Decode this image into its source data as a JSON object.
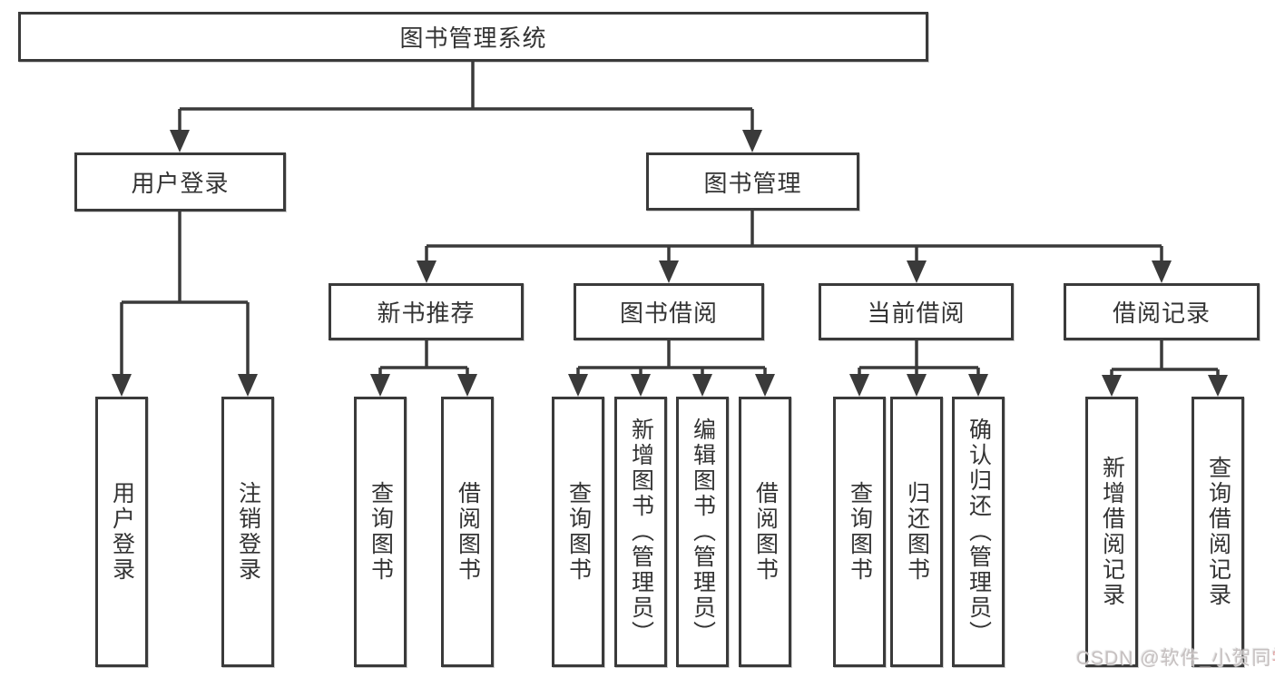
{
  "diagram_type": "hierarchy-tree",
  "tree": {
    "root": {
      "label": "图书管理系统",
      "children": [
        {
          "label": "用户登录",
          "children": [
            {
              "label": "用户登录"
            },
            {
              "label": "注销登录"
            }
          ]
        },
        {
          "label": "图书管理",
          "children": [
            {
              "label": "新书推荐",
              "children": [
                {
                  "label": "查询图书"
                },
                {
                  "label": "借阅图书"
                }
              ]
            },
            {
              "label": "图书借阅",
              "children": [
                {
                  "label": "查询图书"
                },
                {
                  "label": "新增图书（管理员）"
                },
                {
                  "label": "编辑图书（管理员）"
                },
                {
                  "label": "借阅图书"
                }
              ]
            },
            {
              "label": "当前借阅",
              "children": [
                {
                  "label": "查询图书"
                },
                {
                  "label": "归还图书"
                },
                {
                  "label": "确认归还（管理员）"
                }
              ]
            },
            {
              "label": "借阅记录",
              "children": [
                {
                  "label": "新增借阅记录"
                },
                {
                  "label": "查询借阅记录"
                }
              ]
            }
          ]
        }
      ]
    }
  },
  "watermark": {
    "prefix": "CSDN @软件_小贺同",
    "suffix": "学"
  },
  "colors": {
    "line": "#3a3a3a",
    "box_border": "#3a3a3a",
    "text": "#333333",
    "background": "#ffffff",
    "watermark": "#c6c0c0",
    "watermark_accent": "#e2a9a9"
  }
}
